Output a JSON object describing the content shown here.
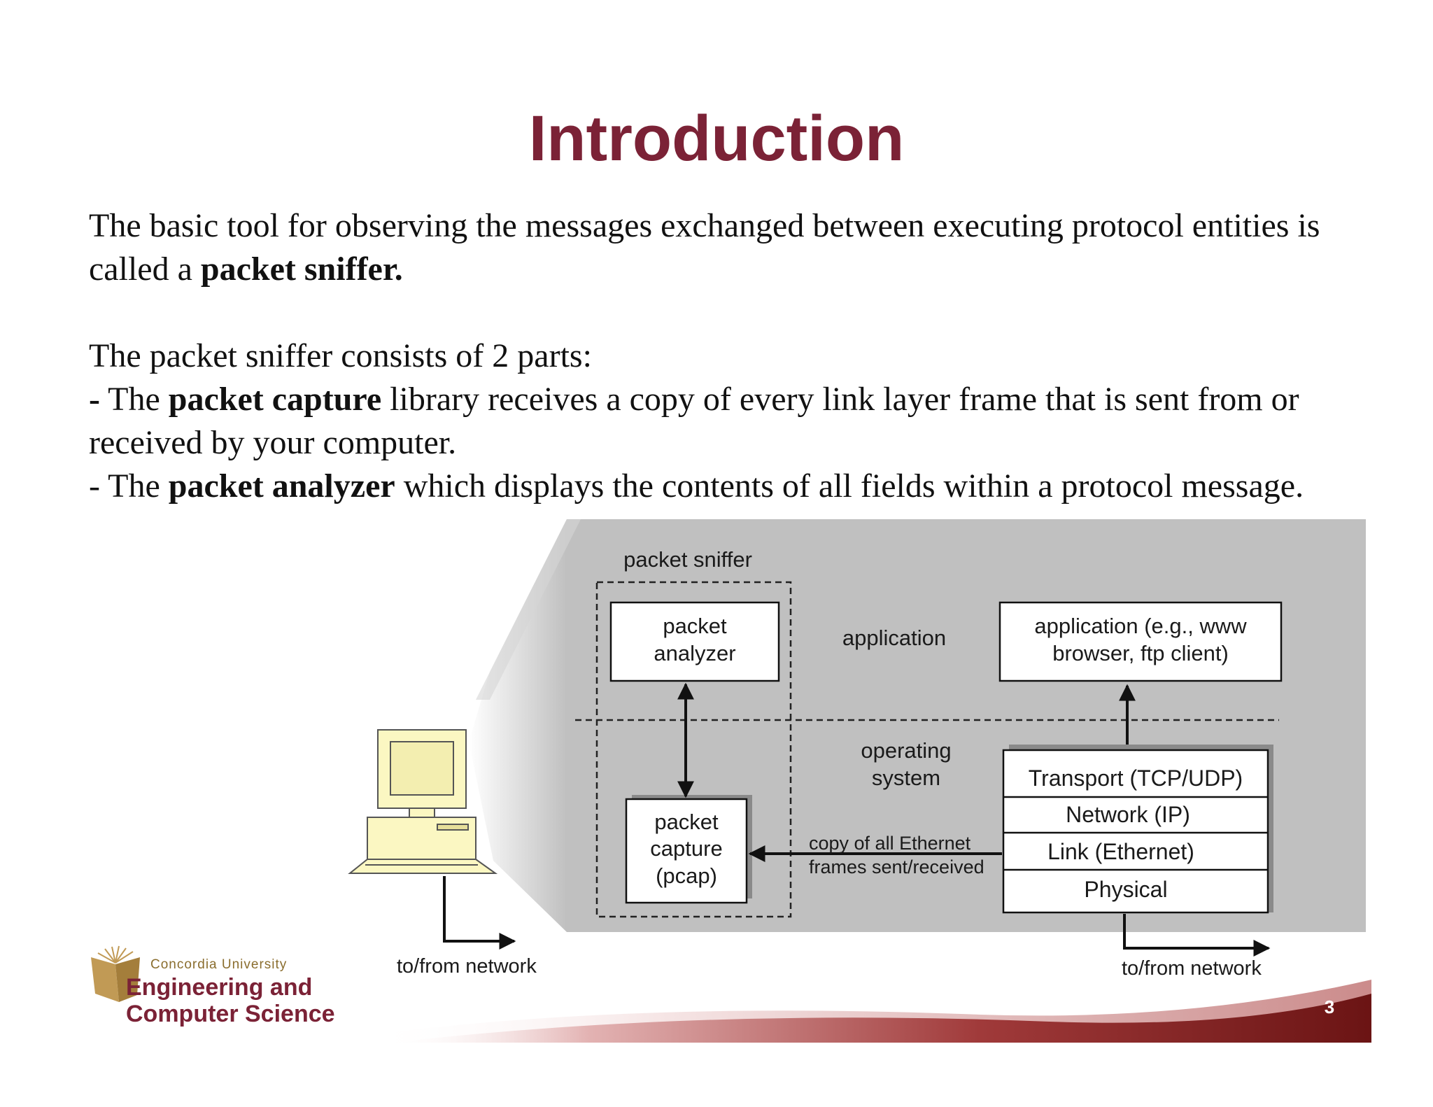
{
  "slide": {
    "title": "Introduction",
    "number": "3"
  },
  "intro_paragraph": {
    "text_before": "The basic tool for observing the messages exchanged between executing protocol entities is called a ",
    "bold_term": "packet sniffer."
  },
  "parts_paragraph": {
    "lead": "The packet sniffer consists of 2 parts:",
    "item1": {
      "dash": "-",
      "text_before": " The ",
      "bold_term": "packet capture",
      "text_after": " library receives a copy of every link layer frame that is sent from or received by your computer."
    },
    "item2": {
      "text_before": "- The ",
      "bold_term": "packet analyzer",
      "text_after": " which displays the contents of all fields within a protocol message."
    }
  },
  "diagram": {
    "packet_sniffer_label": "packet sniffer",
    "packet_analyzer_lines": [
      "packet",
      "analyzer"
    ],
    "packet_capture_lines": [
      "packet",
      "capture",
      "(pcap)"
    ],
    "application_layer_label": "application",
    "os_layer_lines": [
      "operating",
      "system"
    ],
    "app_box_lines": [
      "application (e.g., www",
      "browser, ftp client)"
    ],
    "stack": [
      "Transport (TCP/UDP)",
      "Network (IP)",
      "Link (Ethernet)",
      "Physical"
    ],
    "copy_label_lines": [
      "copy of all Ethernet",
      "frames sent/received"
    ],
    "network_left": "to/from network",
    "network_right": "to/from network"
  },
  "logo": {
    "university": "Concordia University",
    "line1": "Engineering and",
    "line2": "Computer Science"
  },
  "colors": {
    "brand_maroon": "#7b2236",
    "diagram_panel": "#c0c0c0",
    "computer_cream": "#fbf7c2"
  },
  "icons": [
    "computer-icon",
    "logo-emblem-icon"
  ]
}
